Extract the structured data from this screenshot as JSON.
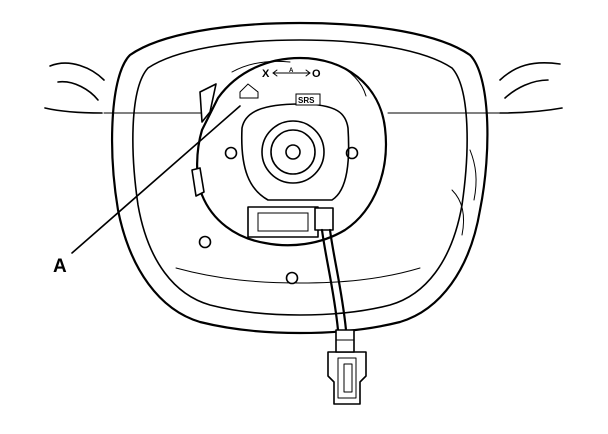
{
  "callout": {
    "label": "A"
  },
  "coil": {
    "lock_mark": "X",
    "release_mark": "O",
    "arrow_mark": "A",
    "srs_label": "SRS"
  }
}
